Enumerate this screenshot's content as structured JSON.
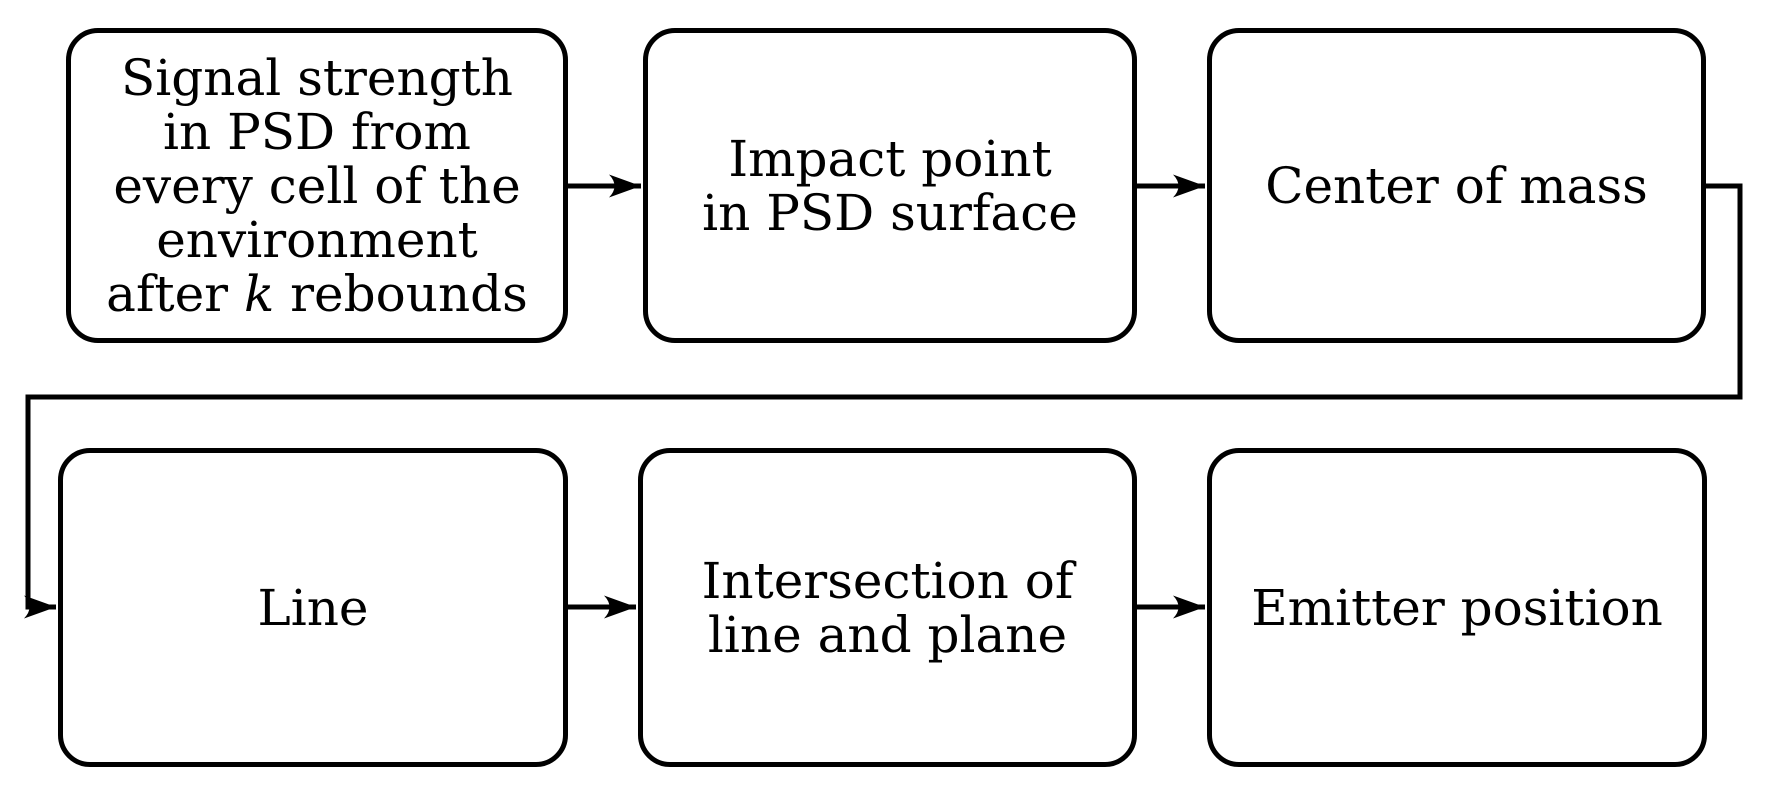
{
  "diagram": {
    "background_color": "#ffffff",
    "stroke_color": "#000000",
    "boxes": [
      {
        "id": "signal-strength",
        "lines": [
          "Signal strength",
          "in PSD from",
          "every cell of the",
          "environment"
        ],
        "last_line": {
          "pre": "after ",
          "var": "k",
          "post": " rebounds"
        }
      },
      {
        "id": "impact-point",
        "lines": [
          "Impact point",
          "in PSD surface"
        ]
      },
      {
        "id": "center-of-mass",
        "lines": [
          "Center of mass"
        ]
      },
      {
        "id": "line",
        "lines": [
          "Line"
        ]
      },
      {
        "id": "intersection",
        "lines": [
          "Intersection of",
          "line and plane"
        ]
      },
      {
        "id": "emitter-position",
        "lines": [
          "Emitter position"
        ]
      }
    ],
    "edges": [
      {
        "from": "signal-strength",
        "to": "impact-point"
      },
      {
        "from": "impact-point",
        "to": "center-of-mass"
      },
      {
        "from": "center-of-mass",
        "to": "line"
      },
      {
        "from": "line",
        "to": "intersection"
      },
      {
        "from": "intersection",
        "to": "emitter-position"
      }
    ]
  }
}
